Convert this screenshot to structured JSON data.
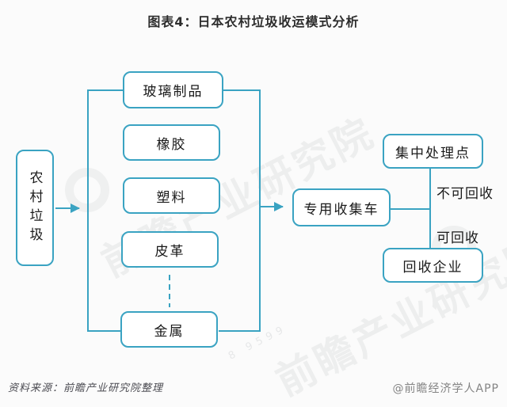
{
  "title": "图表4：日本农村垃圾收运模式分析",
  "colors": {
    "accent": "#3aa3c2",
    "title_text": "#2d2d2d",
    "node_text": "#1a1a1a",
    "source_text": "#4b4b52",
    "credit_text": "#848484"
  },
  "diagram": {
    "source_node": {
      "label": "农村垃圾"
    },
    "categories": [
      "玻璃制品",
      "橡胶",
      "塑料",
      "皮革",
      "金属"
    ],
    "collector_node": {
      "label": "专用收集车"
    },
    "destinations": {
      "non_recyclable_node": {
        "label": "集中处理点"
      },
      "recyclable_node": {
        "label": "回收企业"
      }
    },
    "edge_labels": {
      "non_recyclable": "不可回收",
      "recyclable": "可回收"
    }
  },
  "watermarks": {
    "big_1": "前瞻产业研究院",
    "big_2": "前瞻产业研究院",
    "small_1": "8 9599"
  },
  "footer": {
    "source": "资料来源：前瞻产业研究院整理",
    "credit": "@前瞻经济学人APP"
  }
}
